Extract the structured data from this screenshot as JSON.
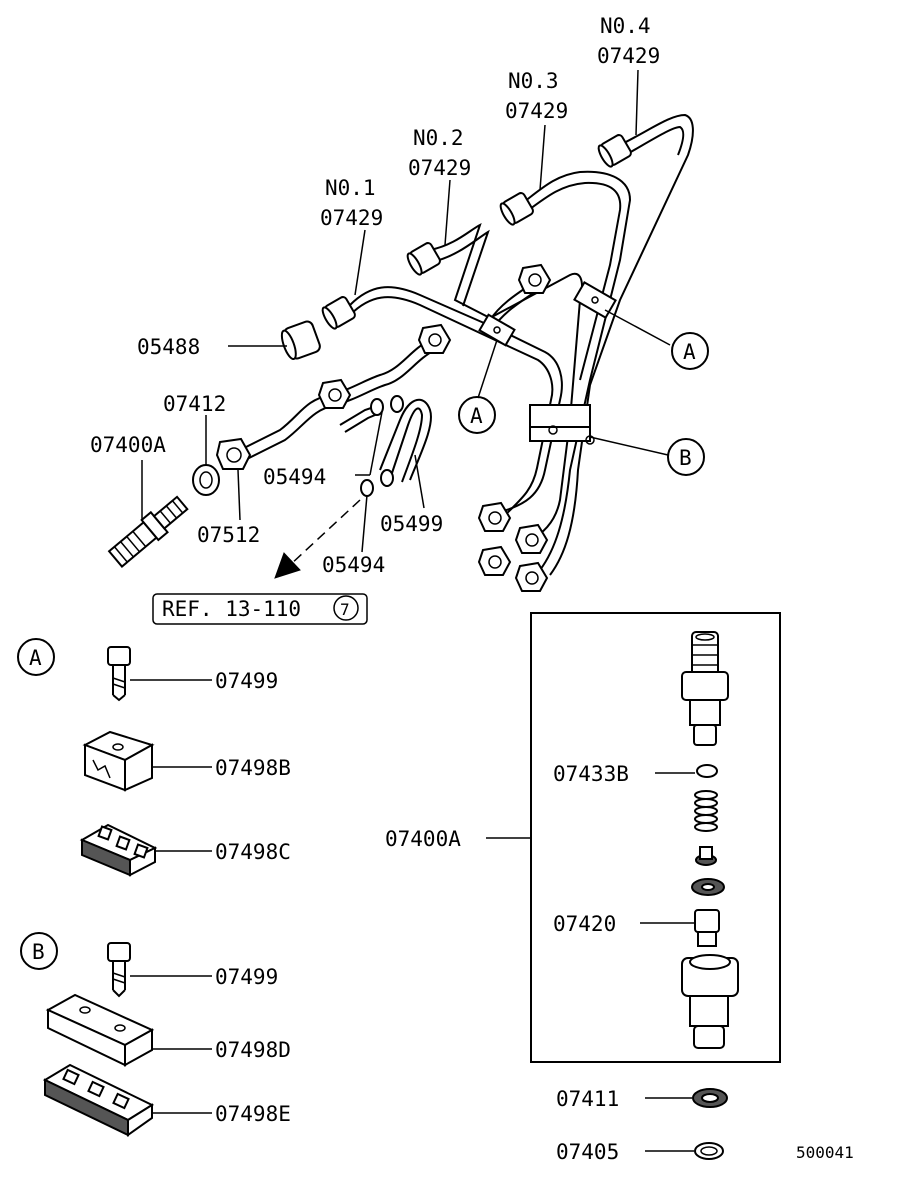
{
  "labels": {
    "no1": "N0.1",
    "no2": "N0.2",
    "no3": "N0.3",
    "no4": "N0.4",
    "p07429_1": "07429",
    "p07429_2": "07429",
    "p07429_3": "07429",
    "p07429_4": "07429",
    "p05488": "05488",
    "p07412": "07412",
    "p07400A_top": "07400A",
    "p07512": "07512",
    "p05494_a": "05494",
    "p05494_b": "05494",
    "p05499": "05499",
    "ref": "REF. 13-110",
    "ref_circle": "7",
    "callout_A1": "A",
    "callout_A2": "A",
    "callout_B1": "B",
    "p07499_a": "07499",
    "p07498B": "07498B",
    "p07498C": "07498C",
    "p07499_b": "07499",
    "p07498D": "07498D",
    "p07498E": "07498E",
    "group_A": "A",
    "group_B": "B",
    "p07400A_box": "07400A",
    "p07433B": "07433B",
    "p07420": "07420",
    "p07411": "07411",
    "p07405": "07405",
    "diagram_id": "500041"
  }
}
